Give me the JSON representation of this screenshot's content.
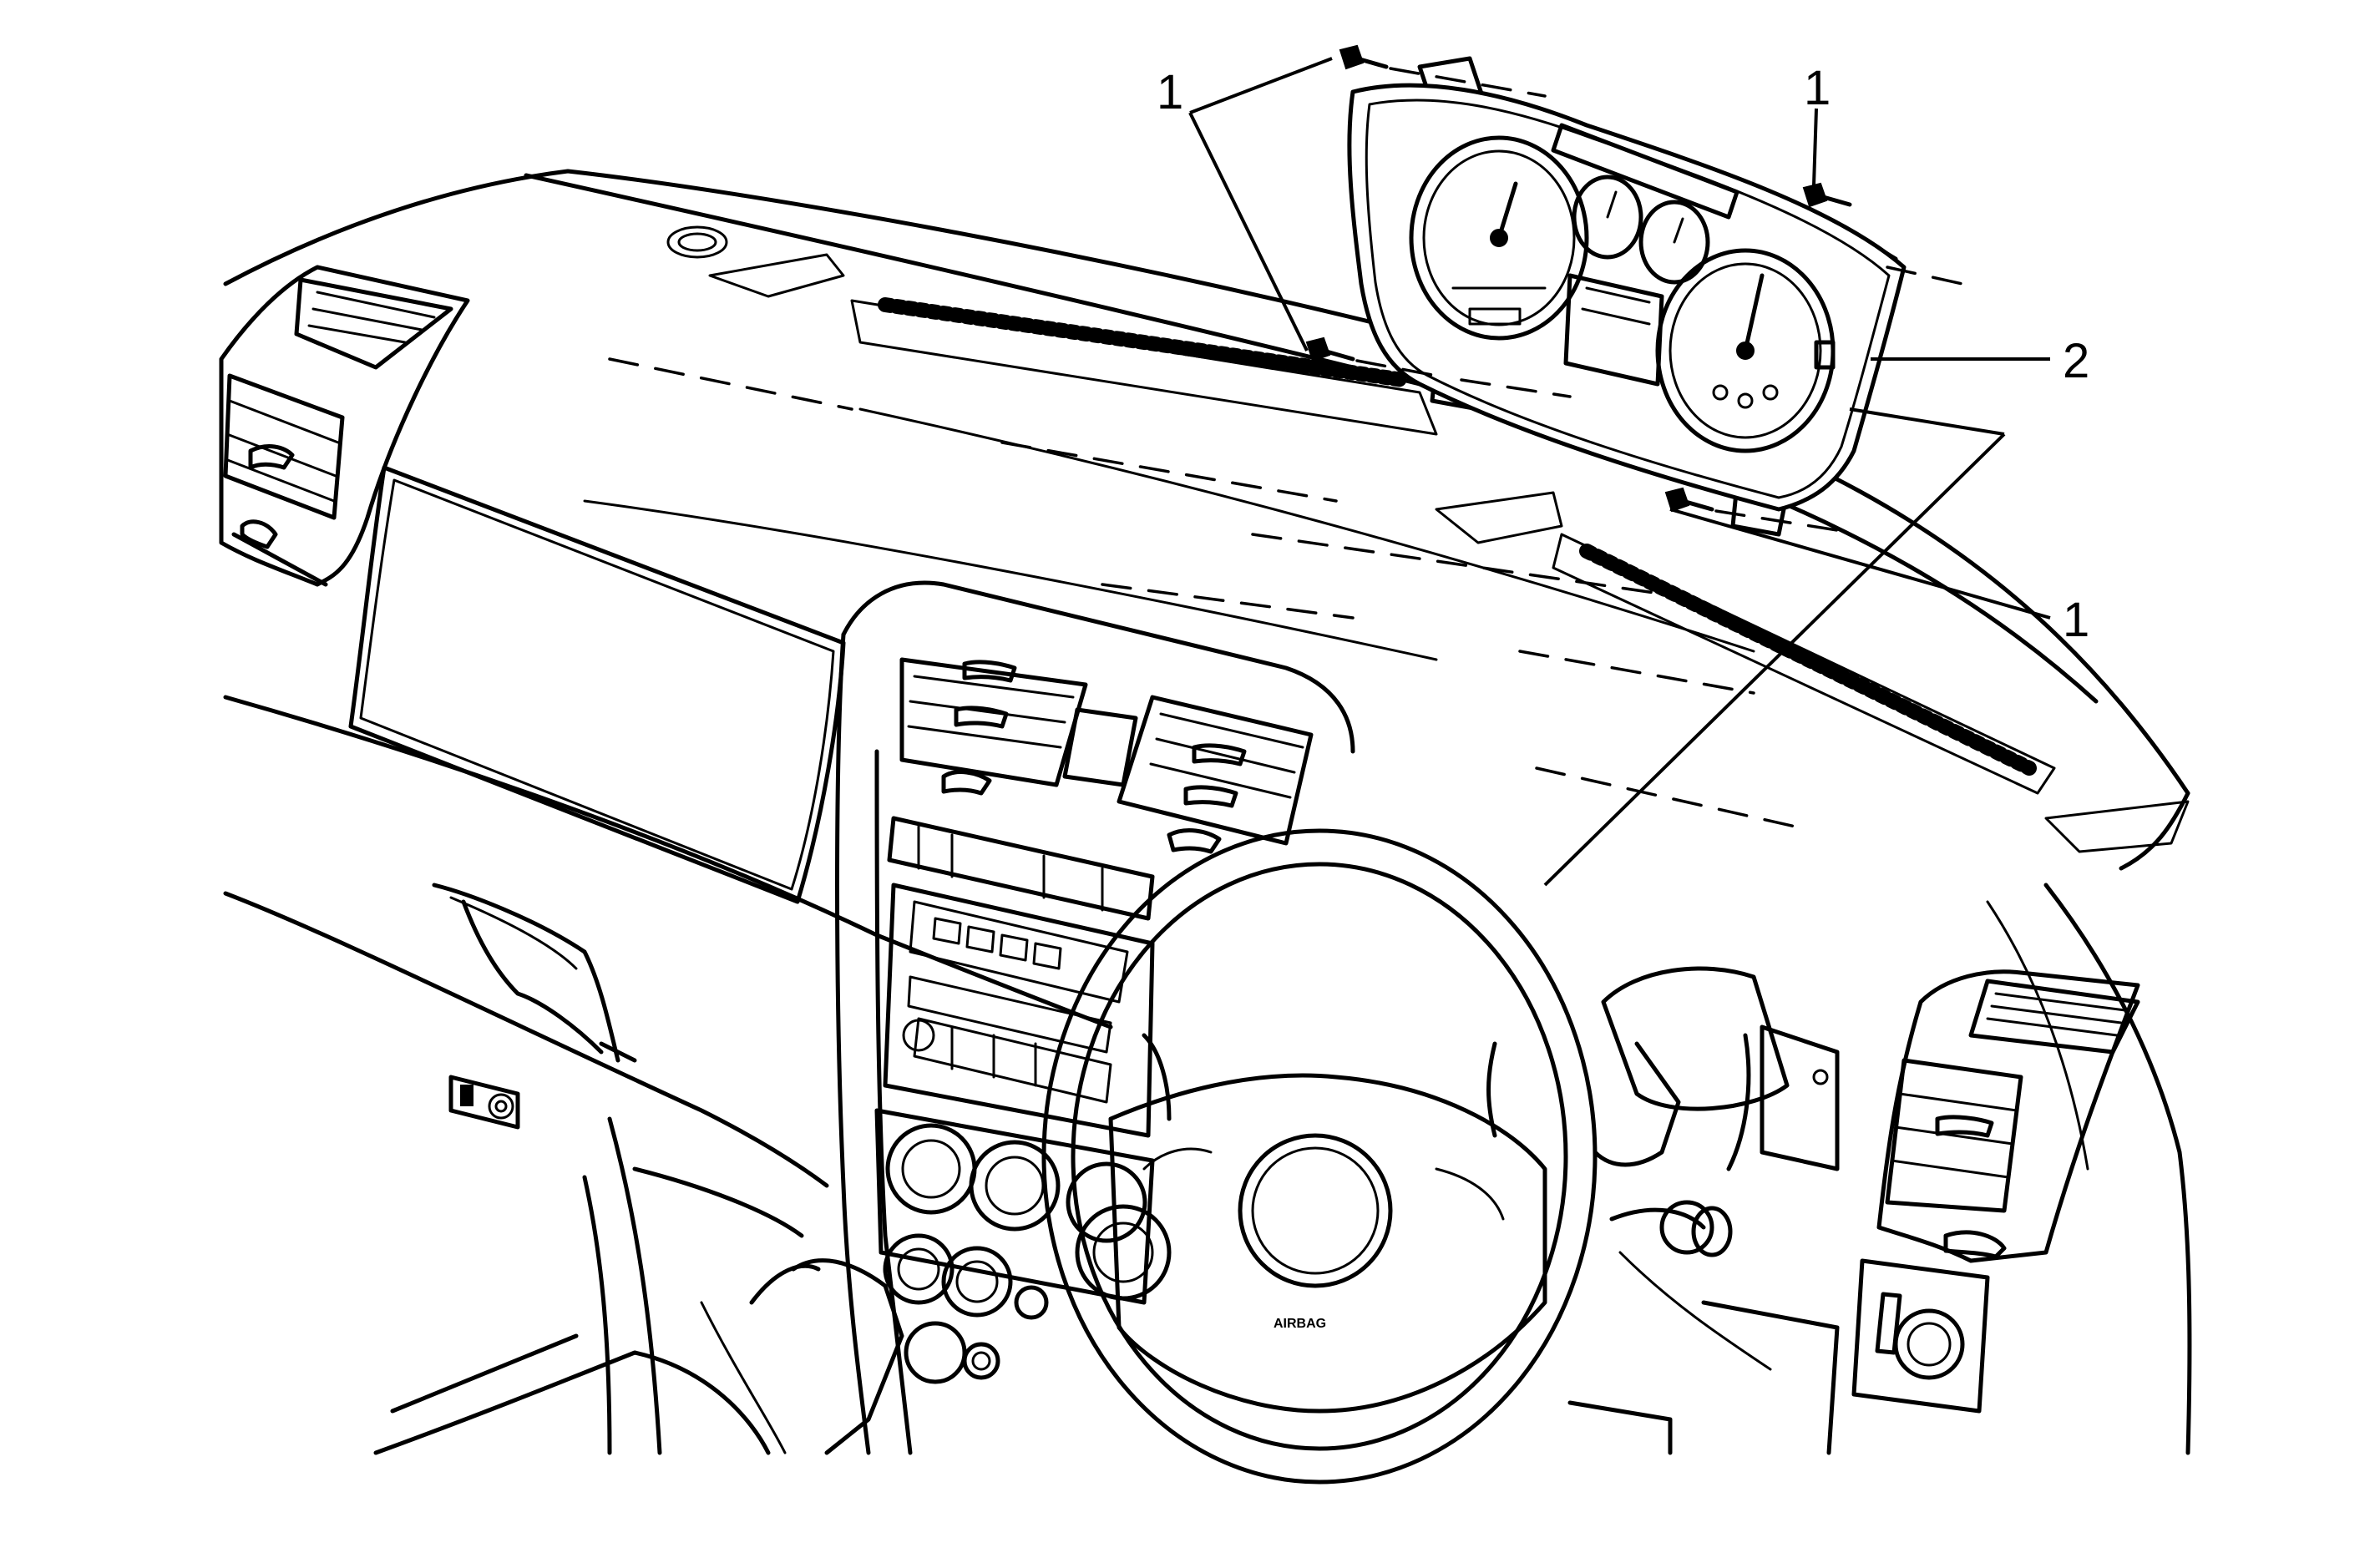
{
  "callouts": {
    "top_left": "1",
    "top_right": "1",
    "right_middle": "2",
    "right_lower": "1"
  },
  "airbag_text": "AIRBAG"
}
